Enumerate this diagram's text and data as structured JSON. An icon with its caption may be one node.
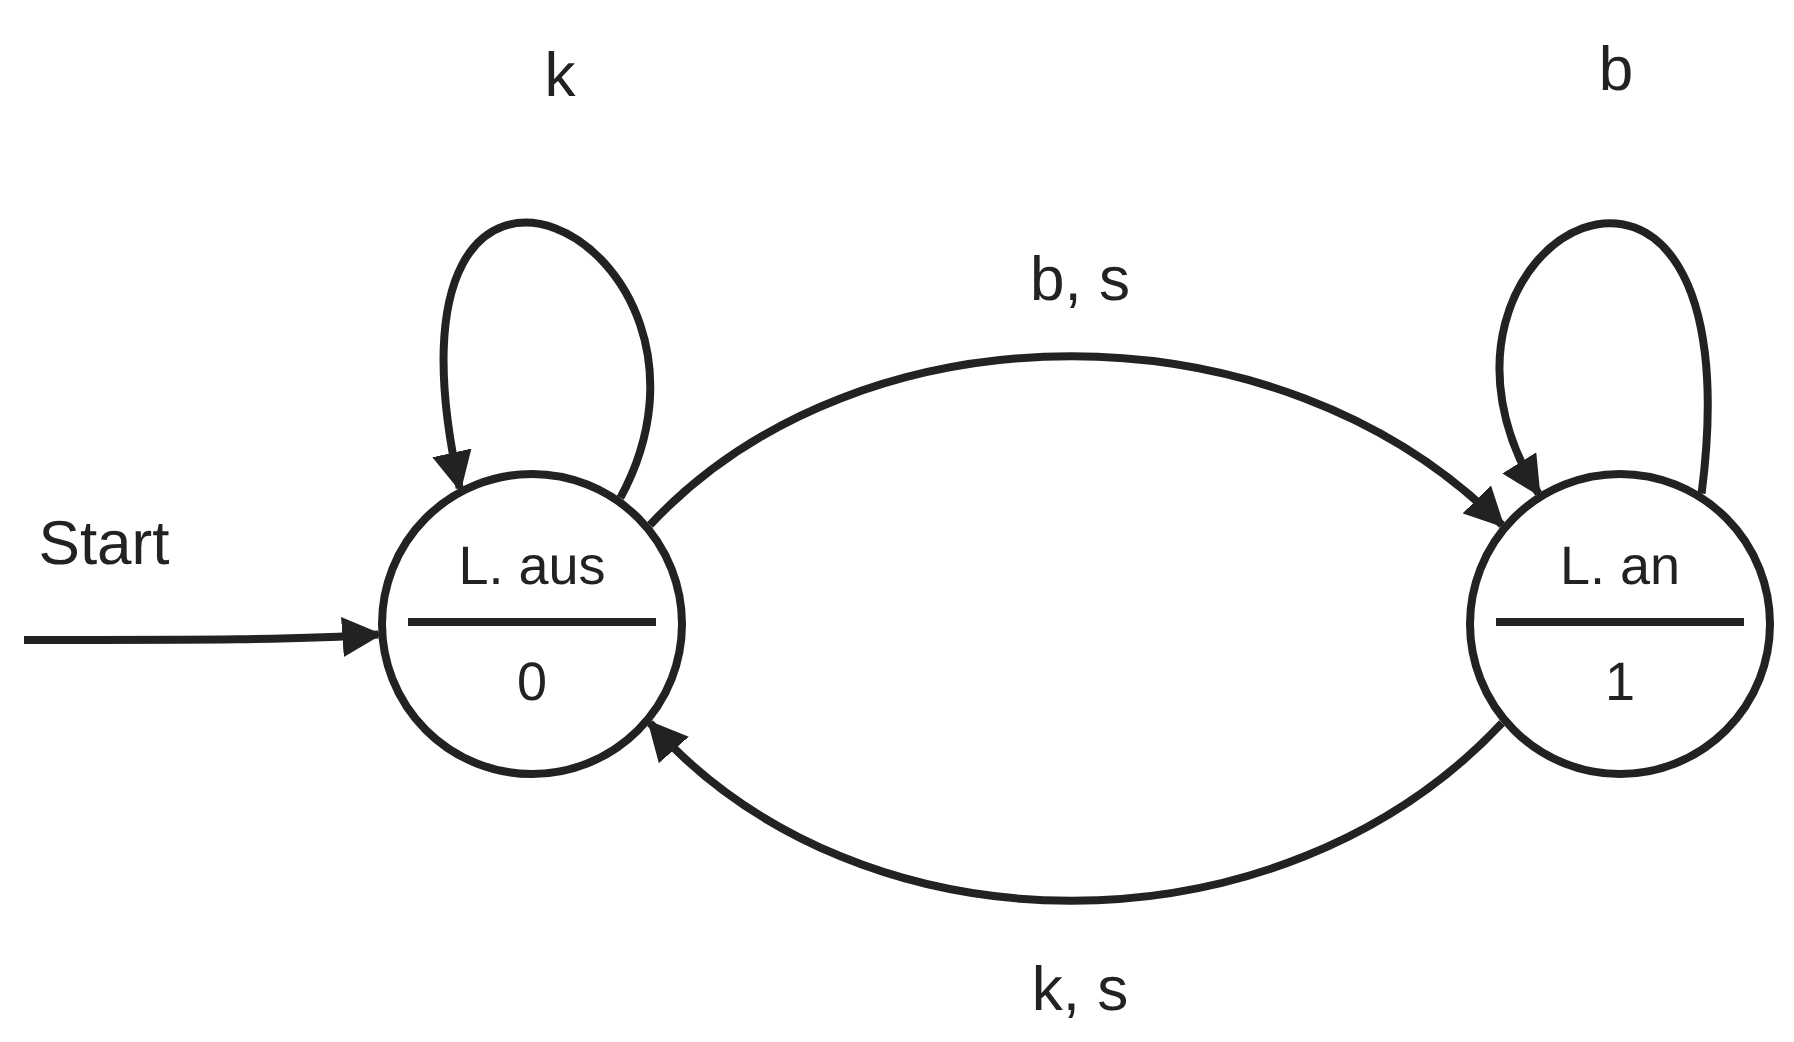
{
  "diagram": {
    "nodes": [
      {
        "text": [
          "L. aus",
          "0"
        ]
      },
      {
        "text": [
          "L. an",
          "1"
        ]
      }
    ],
    "edges": [
      {
        "from": null,
        "to": 0,
        "arrow": "to",
        "label": "Start"
      },
      {
        "from": 0,
        "to": 0,
        "arrow": "to",
        "label": "k"
      },
      {
        "from": 0,
        "to": 1,
        "arrow": "to",
        "label": "b, s"
      },
      {
        "from": 1,
        "to": 1,
        "arrow": "to",
        "label": "b"
      },
      {
        "from": 1,
        "to": 0,
        "arrow": "to",
        "label": "k, s"
      }
    ]
  }
}
